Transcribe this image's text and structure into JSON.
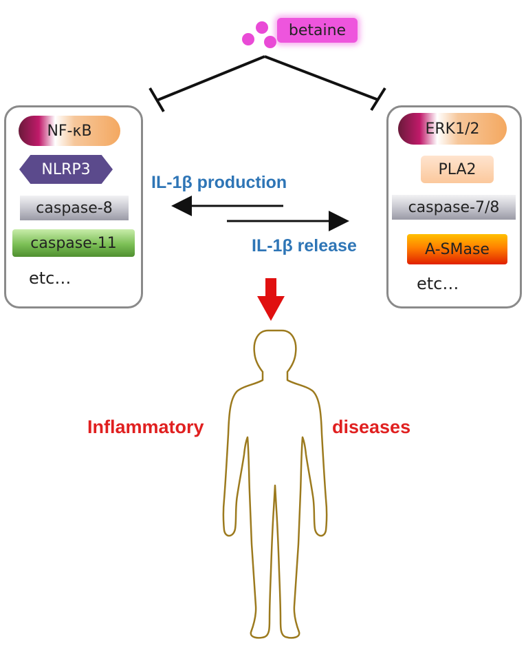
{
  "betaine": {
    "label": "betaine"
  },
  "left_panel": {
    "items": [
      "NF-κB",
      "NLRP3",
      "caspase-8",
      "caspase-11"
    ],
    "etc": "etc…"
  },
  "right_panel": {
    "items": [
      "ERK1/2",
      "PLA2",
      "caspase-7/8",
      "A-SMase"
    ],
    "etc": "etc…"
  },
  "arrows": {
    "production_label": "IL-1β production",
    "release_label": "IL-1β release"
  },
  "outcome": {
    "left_word": "Inflammatory",
    "right_word": "diseases"
  },
  "colors": {
    "betaine": "#ee55dd",
    "label_blue": "#2e75b6",
    "label_red": "#e02020",
    "body_outline": "#9c7a1e",
    "nlrp3": "#5b4a8c",
    "caspase11": "#5aa03a",
    "red_arrow": "#e01010"
  }
}
